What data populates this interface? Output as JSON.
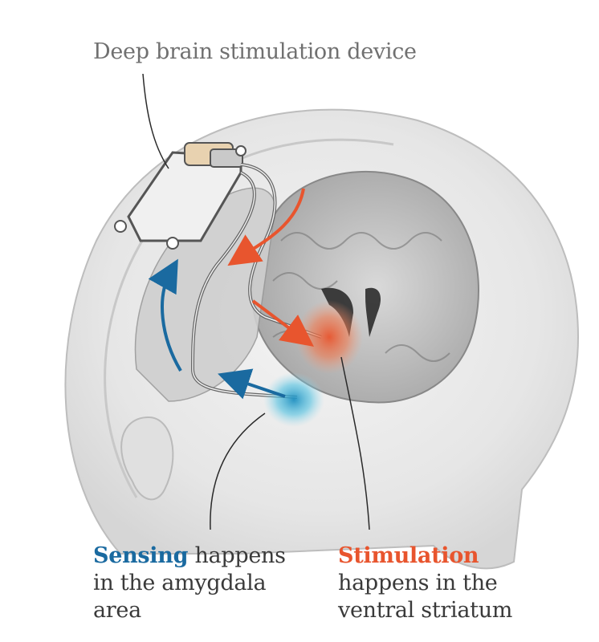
{
  "labels": {
    "device": "Deep brain stimulation device",
    "sensing_highlight": "Sensing",
    "sensing_rest_1": " happens",
    "sensing_line_2": "in the amygdala",
    "sensing_line_3": "area",
    "stim_highlight": "Stimulation",
    "stim_line_2": "happens in the",
    "stim_line_3": "ventral striatum"
  },
  "colors": {
    "sensing": "#1a6aa0",
    "stimulation": "#e8552e",
    "label_text": "#3a3a3a"
  },
  "icons": {
    "device": "implant-device",
    "sensing_arrow": "blue-arrow",
    "stimulation_arrow": "red-arrow"
  }
}
